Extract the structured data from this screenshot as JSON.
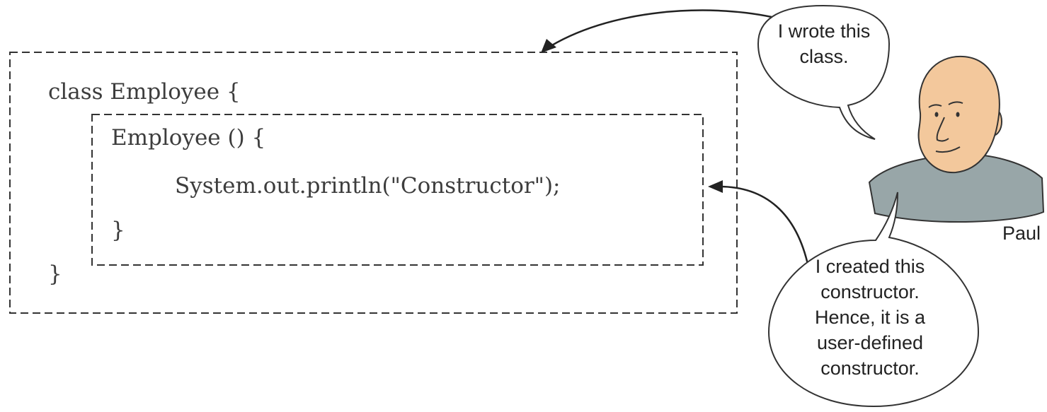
{
  "code": {
    "outer_open": "class Employee {",
    "ctor_open": "Employee () {",
    "ctor_body": "System.out.println(\"Constructor\");",
    "ctor_close": "}",
    "outer_close": "}"
  },
  "bubbles": {
    "top": [
      "I wrote this",
      "class."
    ],
    "bottom": [
      "I created this",
      "constructor.",
      "Hence, it is a",
      "user-defined",
      "constructor."
    ]
  },
  "person": {
    "name": "Paul",
    "skin_color": "#f3c89c",
    "shirt_color": "#98a6a8"
  },
  "colors": {
    "line": "#333333",
    "code_text": "#3d3d3d"
  }
}
